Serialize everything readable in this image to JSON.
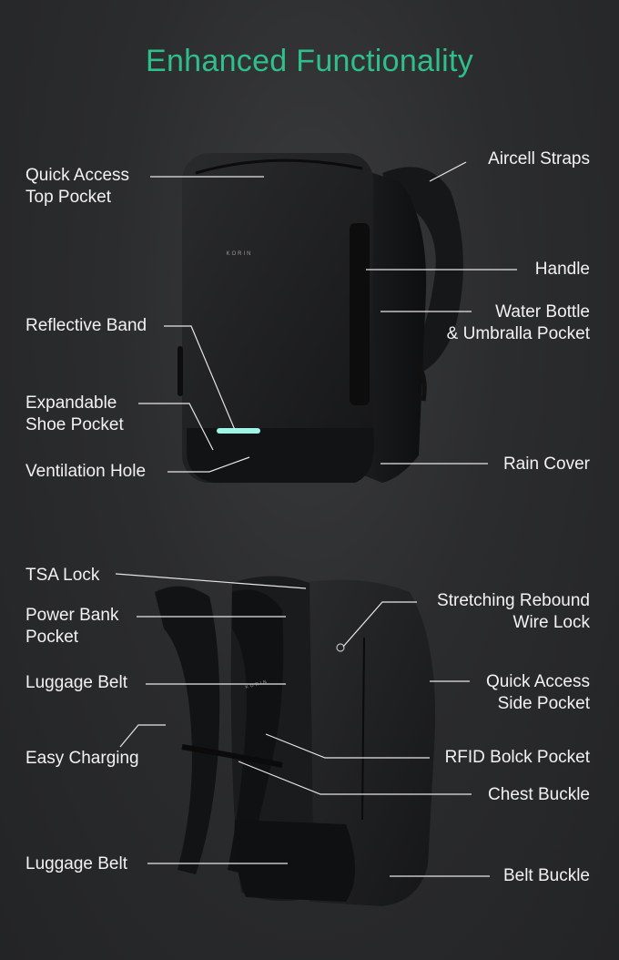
{
  "title": "Enhanced Functionality",
  "brand": "KORIN",
  "colors": {
    "accent": "#2fbf8a",
    "reflective": "#9ff5e6"
  },
  "top_view": {
    "labels": {
      "quick_access_top_pocket": "Quick Access\nTop Pocket",
      "reflective_band": "Reflective Band",
      "expandable_shoe_pocket": "Expandable\nShoe Pocket",
      "ventilation_hole": "Ventilation Hole",
      "aircell_straps": "Aircell Straps",
      "handle": "Handle",
      "water_bottle_pocket": "Water Bottle\n& Umbralla Pocket",
      "rain_cover": "Rain Cover"
    }
  },
  "back_view": {
    "labels": {
      "tsa_lock": "TSA Lock",
      "power_bank_pocket": "Power Bank\nPocket",
      "luggage_belt_1": "Luggage Belt",
      "easy_charging": "Easy Charging",
      "luggage_belt_2": "Luggage Belt",
      "stretching_rebound_wire_lock": "Stretching Rebound\nWire Lock",
      "quick_access_side_pocket": "Quick Access\nSide Pocket",
      "rfid_block_pocket": "RFID Bolck Pocket",
      "chest_buckle": "Chest Buckle",
      "belt_buckle": "Belt Buckle"
    }
  }
}
